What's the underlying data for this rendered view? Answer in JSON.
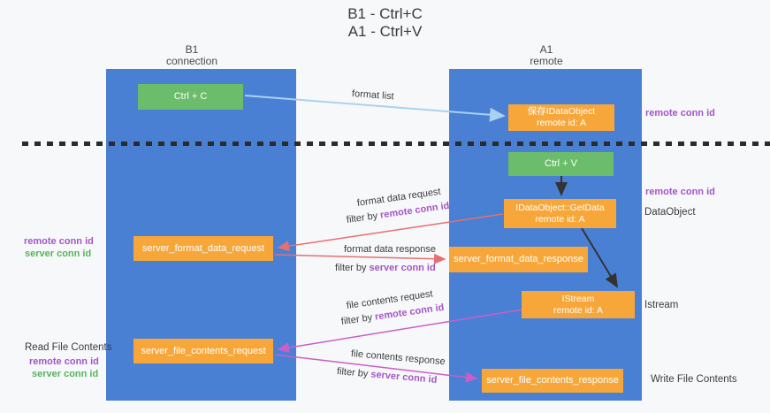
{
  "page": {
    "title_line1": "B1 - Ctrl+C",
    "title_line2": "A1 - Ctrl+V"
  },
  "columns": {
    "left": {
      "header1": "B1",
      "header2": "connection"
    },
    "right": {
      "header1": "A1",
      "header2": "remote"
    }
  },
  "nodes": {
    "ctrl_c": "Ctrl + C",
    "save_dataobject_line1": "保存IDataObject",
    "save_dataobject_line2": "remote id: A",
    "ctrl_v": "Ctrl + V",
    "getdata_line1": "IDataObject::GetData",
    "getdata_line2": "remote id: A",
    "server_format_data_request": "server_format_data_request",
    "server_format_data_response": "server_format_data_response",
    "istream_line1": "IStream",
    "istream_line2": "remote id: A",
    "server_file_contents_request": "server_file_contents_request",
    "server_file_contents_response": "server_file_contents_response"
  },
  "flow_labels": {
    "format_list": "format list",
    "format_data_request": "format data request",
    "format_data_response": "format data response",
    "file_contents_request": "file contents request",
    "file_contents_response": "file contents response",
    "filter_by": "filter by ",
    "remote_conn_id": "remote conn id",
    "server_conn_id": "server conn id"
  },
  "side_labels": {
    "remote_conn_id": "remote conn id",
    "server_conn_id": "server conn id",
    "dataobject": "DataObject",
    "istream": "Istream",
    "read_file_contents": "Read File Contents",
    "write_file_contents": "Write File Contents"
  },
  "colors": {
    "column_blue": "#4a80d4",
    "box_green": "#6bbd6b",
    "box_orange": "#f7a73a",
    "arrow_lightblue": "#a9d2f0",
    "arrow_black": "#333333",
    "arrow_salmon": "#e57070",
    "arrow_magenta": "#c75fc7",
    "text_purple": "#a455c8",
    "text_green": "#56b45c",
    "text_dark": "#3c3c3c"
  }
}
